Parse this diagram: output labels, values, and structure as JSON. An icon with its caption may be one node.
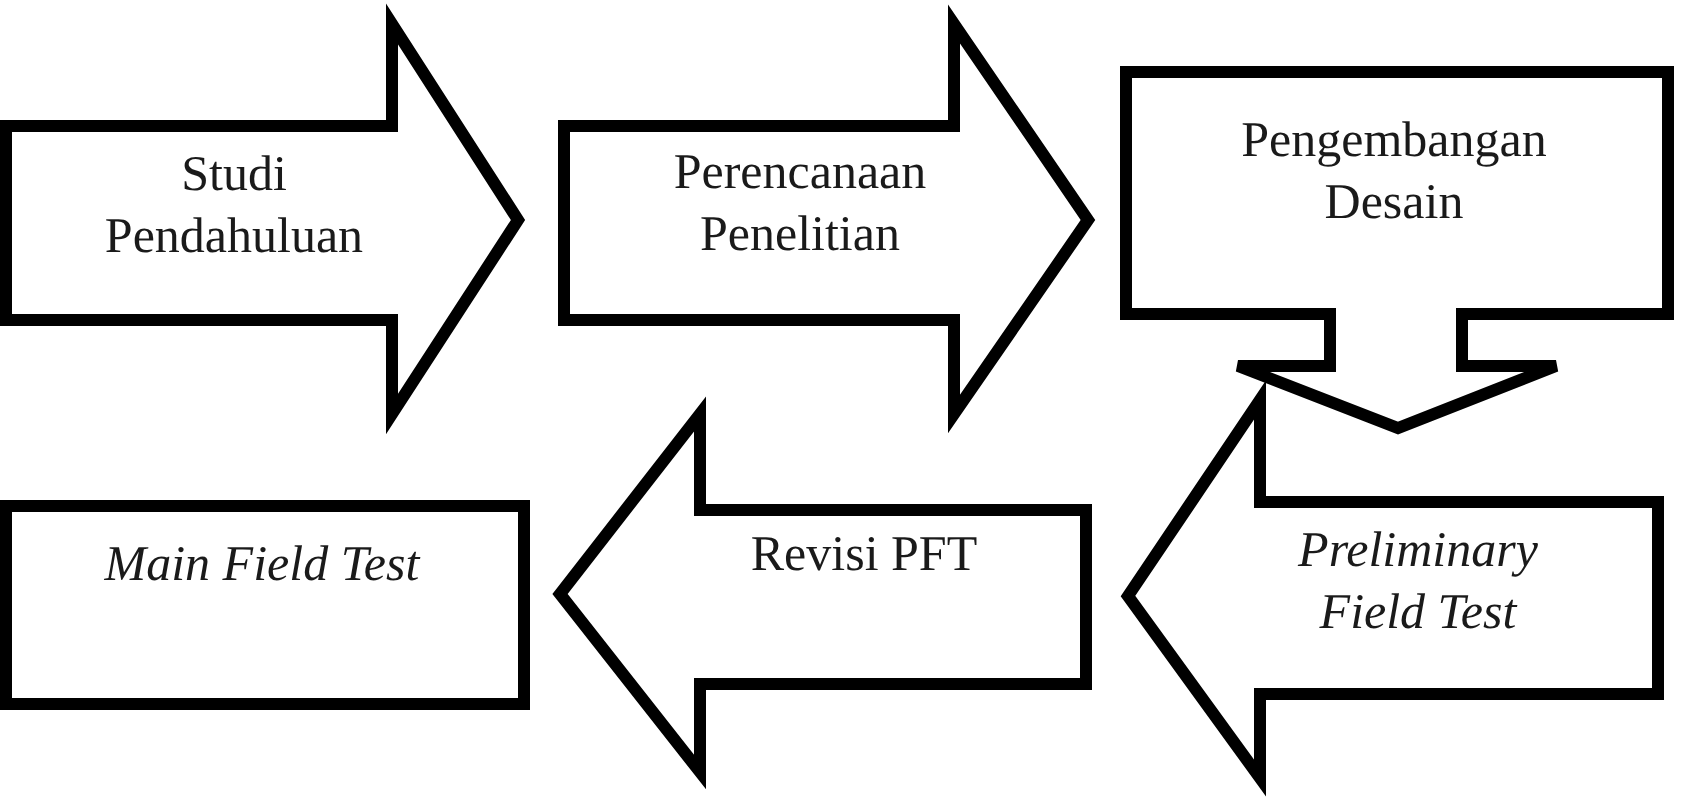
{
  "diagram": {
    "nodes": [
      {
        "text": [
          "Studi Pendahuluan"
        ]
      },
      {
        "text": [
          "Perencanaan Penelitian"
        ]
      },
      {
        "text": [
          "Pengembangan Desain"
        ]
      },
      {
        "text": [
          "Preliminary Field Test"
        ]
      },
      {
        "text": [
          "Revisi PFT"
        ]
      },
      {
        "text": [
          "Main Field Test"
        ]
      }
    ]
  }
}
